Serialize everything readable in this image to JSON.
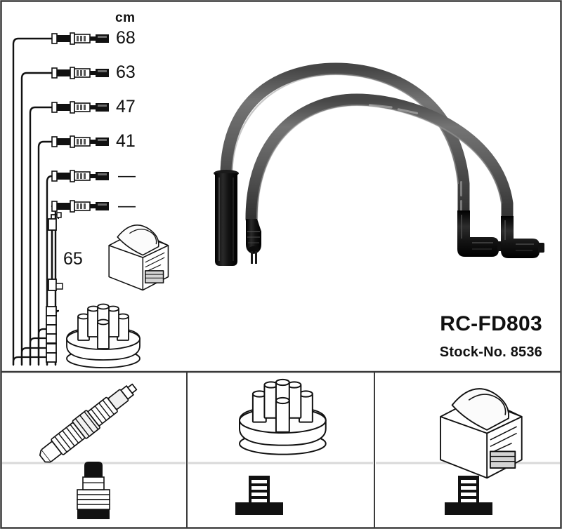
{
  "document": {
    "kind": "ignition-cable-kit-technical-drawing",
    "background_color": "#ffffff",
    "frame_color": "#3a3a3a",
    "cable_gray": "#6b6b6b",
    "boot_black": "#141414"
  },
  "measurements": {
    "unit_header": "cm",
    "rows": [
      {
        "label": "68",
        "is_dash": false
      },
      {
        "label": "63",
        "is_dash": false
      },
      {
        "label": "47",
        "is_dash": false
      },
      {
        "label": "41",
        "is_dash": false
      },
      {
        "label": "—",
        "is_dash": true
      },
      {
        "label": "—",
        "is_dash": true
      }
    ],
    "coil_lead_label": "65"
  },
  "product": {
    "part_number": "RC-FD803",
    "stock_number": "Stock-No. 8536"
  },
  "legend": {
    "panels": [
      {
        "name": "spark-plug-panel",
        "top_part": "spark-plug",
        "bottom_part": "spark-plug-boot-terminal"
      },
      {
        "name": "distributor-cap-panel",
        "top_part": "distributor-cap",
        "bottom_part": "distributor-terminal"
      },
      {
        "name": "ignition-coil-panel",
        "top_part": "ignition-coil",
        "bottom_part": "coil-terminal"
      }
    ]
  },
  "illustrations": {
    "upper_left": {
      "name": "cable-length-chart",
      "wire_count": 6,
      "coil_lead": "short-coil-lead",
      "coil_icon": "ignition-coil",
      "cap_icon": "distributor-cap"
    },
    "upper_right": {
      "name": "assembled-cable-set",
      "cable_count": 2,
      "left_end": "straight-boot-and-plug-terminal",
      "right_end": "right-angle-boots"
    }
  }
}
